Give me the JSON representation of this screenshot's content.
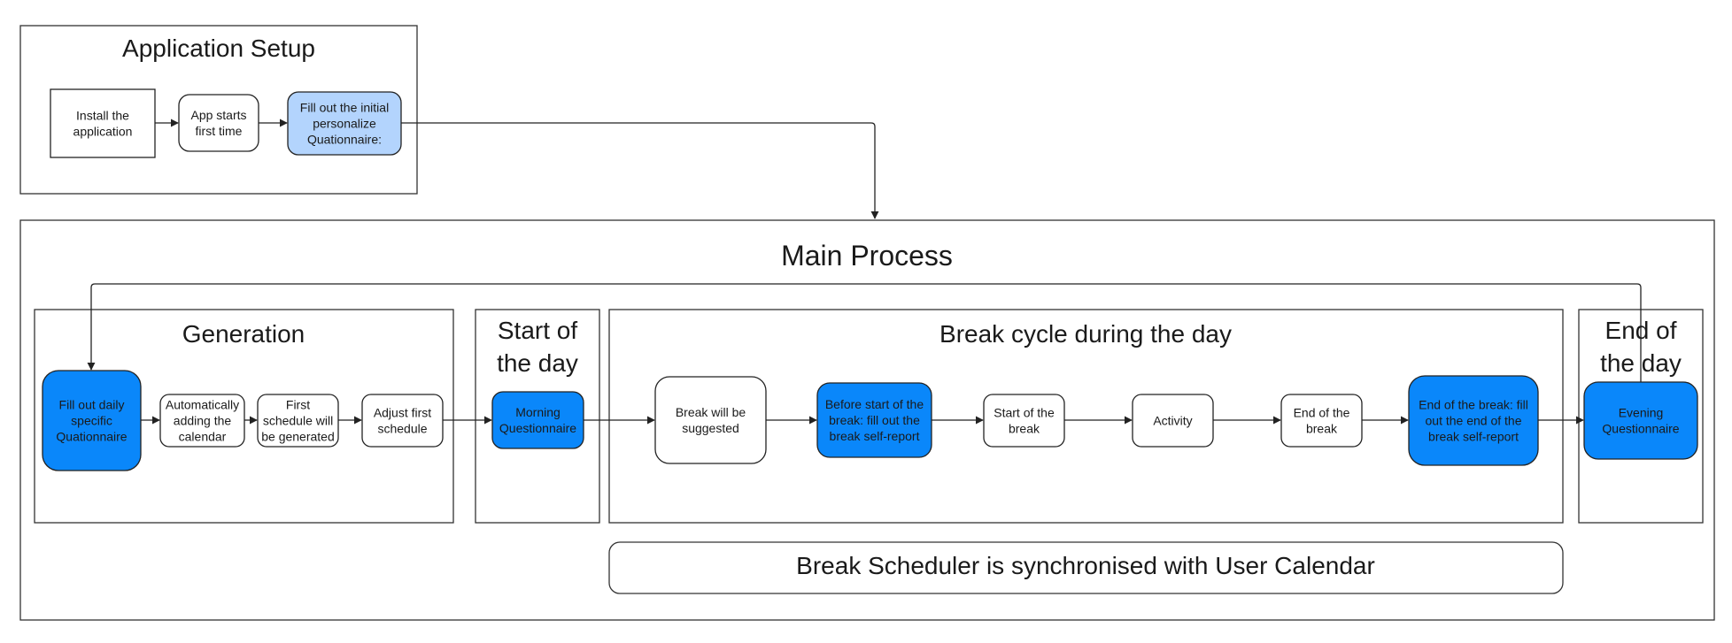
{
  "colors": {
    "white_node": "#ffffff",
    "light_blue_node": "#b3d4fd",
    "blue_node": "#0a87fa",
    "stroke": "#222222"
  },
  "frames": {
    "setup": "Application Setup",
    "main": "Main Process",
    "generation": "Generation",
    "start_day": [
      "Start of",
      "the day"
    ],
    "break_cycle": "Break cycle during the day",
    "end_day": [
      "End of",
      "the day"
    ],
    "sync_banner": "Break Scheduler is synchronised with User Calendar"
  },
  "nodes": {
    "install": [
      "Install the",
      "application"
    ],
    "app_starts": [
      "App starts",
      "first time"
    ],
    "initial_q": [
      "Fill out the initial",
      "personalize",
      "Quationnaire:"
    ],
    "daily_q": [
      "Fill  out daily",
      "specific",
      "Quationnaire"
    ],
    "auto_calendar": [
      "Automatically",
      "adding the",
      "calendar"
    ],
    "first_schedule": [
      "First",
      "schedule will",
      "be generated"
    ],
    "adjust_schedule": [
      "Adjust first",
      "schedule"
    ],
    "morning_q": [
      "Morning",
      "Questionnaire"
    ],
    "break_suggested": [
      "Break will be",
      "suggested"
    ],
    "before_break": [
      "Before start of the",
      "break: fill out the",
      "break self-report"
    ],
    "start_break": [
      "Start of the",
      "break"
    ],
    "activity": [
      "Activity"
    ],
    "end_break": [
      "End of the",
      "break"
    ],
    "end_break_report": [
      "End of the break: fill",
      "out the end of the",
      "break self-report"
    ],
    "evening_q": [
      "Evening",
      "Questionnaire"
    ]
  }
}
